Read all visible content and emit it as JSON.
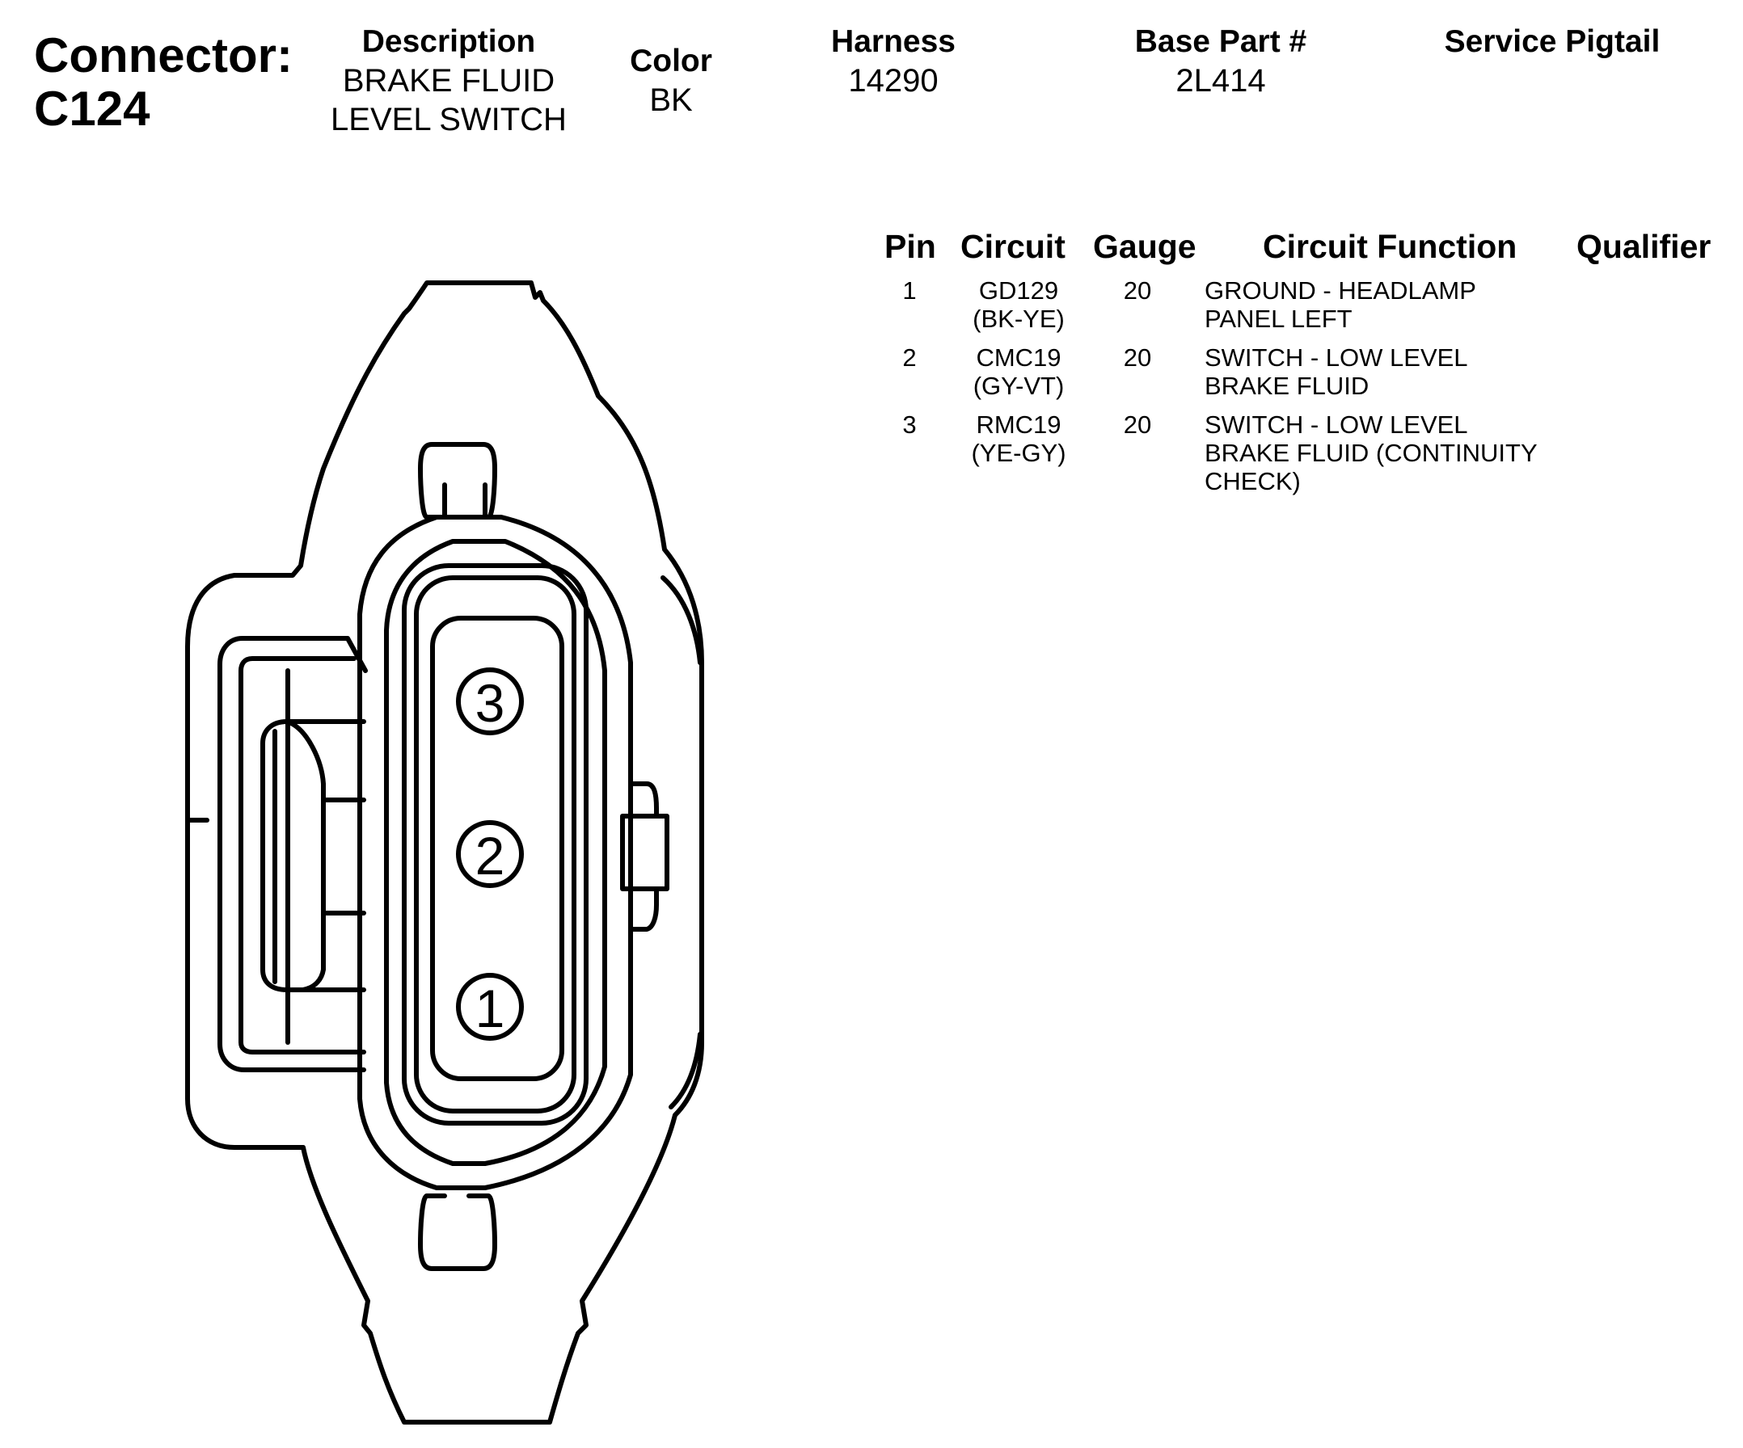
{
  "header": {
    "connector_label": "Connector:",
    "connector_id": "C124",
    "description_label": "Description",
    "description_lines": [
      "BRAKE FLUID",
      "LEVEL SWITCH"
    ],
    "color_label": "Color",
    "color_value": "BK",
    "harness_label": "Harness",
    "harness_value": "14290",
    "base_part_label": "Base Part #",
    "base_part_value": "2L414",
    "service_pigtail_label": "Service Pigtail",
    "service_pigtail_value": ""
  },
  "pin_table": {
    "headers": {
      "pin": "Pin",
      "circuit": "Circuit",
      "gauge": "Gauge",
      "function": "Circuit Function",
      "qualifier": "Qualifier"
    },
    "rows": [
      {
        "pin": "1",
        "circuit": "GD129",
        "wire_color": "(BK-YE)",
        "gauge": "20",
        "function_lines": [
          "GROUND - HEADLAMP",
          "PANEL LEFT"
        ],
        "qualifier": ""
      },
      {
        "pin": "2",
        "circuit": "CMC19",
        "wire_color": "(GY-VT)",
        "gauge": "20",
        "function_lines": [
          "SWITCH - LOW LEVEL",
          "BRAKE FLUID"
        ],
        "qualifier": ""
      },
      {
        "pin": "3",
        "circuit": "RMC19",
        "wire_color": "(YE-GY)",
        "gauge": "20",
        "function_lines": [
          "SWITCH - LOW LEVEL",
          "BRAKE FLUID (CONTINUITY",
          "CHECK)"
        ],
        "qualifier": ""
      }
    ]
  },
  "diagram": {
    "pin_labels": [
      "3",
      "2",
      "1"
    ]
  }
}
